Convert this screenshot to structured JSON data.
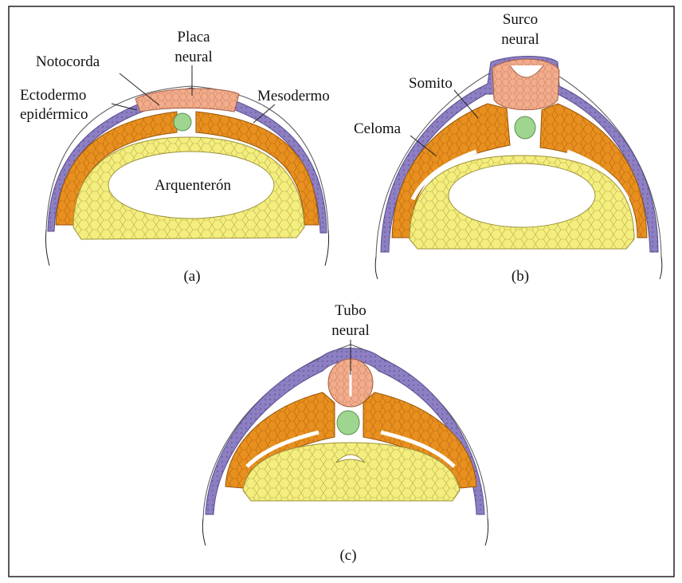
{
  "colors": {
    "ectoderm": "#8d7fc2",
    "mesoderm": "#e8901f",
    "neural": "#f2ad8c",
    "notochord": "#9fd68f",
    "endoderm": "#f4ee7e",
    "cell_line": "#a89a3e",
    "frame": "#222222"
  },
  "panels": [
    {
      "caption": "(a)",
      "labels": {
        "neural": "Placa\nneural",
        "notochord": "Notocorda",
        "ectoderm": "Ectodermo\nepidérmico",
        "mesoderm": "Mesodermo",
        "cavity": "Arquenterón"
      }
    },
    {
      "caption": "(b)",
      "labels": {
        "neural": "Surco\nneural",
        "somite": "Somito",
        "coelom": "Celoma"
      }
    },
    {
      "caption": "(c)",
      "labels": {
        "neural": "Tubo\nneural"
      }
    }
  ]
}
